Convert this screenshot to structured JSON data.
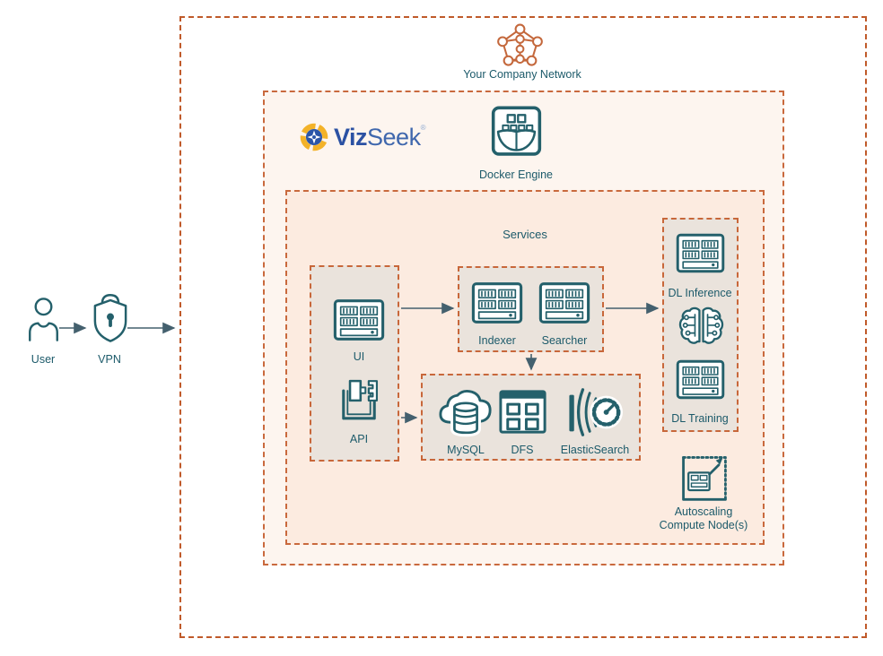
{
  "external": {
    "user_label": "User",
    "vpn_label": "VPN"
  },
  "network": {
    "title": "Your Company Network",
    "docker_zone": {
      "brand": {
        "viz": "Viz",
        "seek": "Seek",
        "reg": "®"
      },
      "docker_label": "Docker Engine",
      "services": {
        "title": "Services",
        "frontend": {
          "ui_label": "UI",
          "api_label": "API"
        },
        "search": {
          "indexer_label": "Indexer",
          "searcher_label": "Searcher"
        },
        "storage": {
          "mysql_label": "MySQL",
          "dfs_label": "DFS",
          "elasticsearch_label": "ElasticSearch"
        },
        "deep_learning": {
          "inference_label": "DL Inference",
          "training_label": "DL Training"
        },
        "autoscaling": {
          "line1": "Autoscaling",
          "line2": "Compute Node(s)"
        }
      }
    }
  },
  "icons": {
    "user": "person-icon",
    "vpn": "shield-lock-icon",
    "company_network": "mesh-network-icon",
    "docker": "docker-ship-icon",
    "ui": "rack-server-icon",
    "api": "plugin-connector-icon",
    "indexer": "rack-server-icon",
    "searcher": "rack-server-icon",
    "mysql": "cloud-database-icon",
    "dfs": "window-grid-icon",
    "elasticsearch": "gauge-curves-icon",
    "deep_learning": "circuit-brain-icon",
    "autoscaling": "expandable-server-icon",
    "brand": "vizseek-globe-icon"
  },
  "colors": {
    "outer_border": "#c05a2a",
    "inner_border": "#c9693d",
    "zone_fill": "#fdf5ef",
    "services_fill": "#fcebe0",
    "group_fill": "#eae3dc",
    "icon_stroke": "#24606b",
    "label_text": "#1c5a6a",
    "arrow": "#44606e",
    "brand_blue_bold": "#2b51a3",
    "brand_blue": "#3f67ad",
    "brand_gold": "#f3b229",
    "network_icon": "#c4683c"
  }
}
